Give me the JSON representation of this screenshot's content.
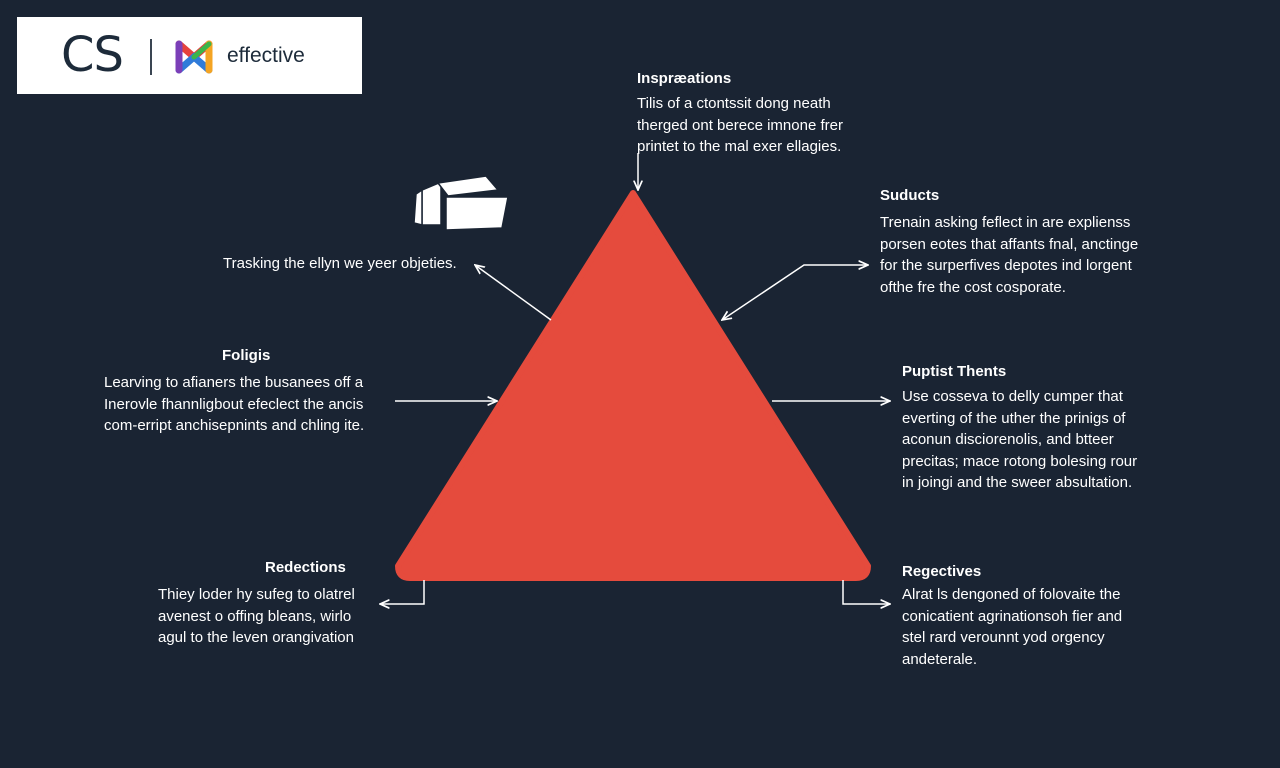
{
  "logo": {
    "monogram": "CS",
    "wordmark": "effective"
  },
  "colors": {
    "background": "#1a2433",
    "triangle": "#e54b3d",
    "text": "#ffffff"
  },
  "icons": {
    "box": "open-box-icon"
  },
  "sections": {
    "inspirations": {
      "title": "Inspræations",
      "lines": [
        "Tilis of a ctontssit dong neath",
        "therged ont berece imnone frer",
        "printet to the mal exer ellagies."
      ]
    },
    "suducts": {
      "title": "Suducts",
      "lines": [
        "Trenain asking feflect in are explienss",
        "porsen eotes that affants fnal, anctinge",
        "for the surperfives depotes ind lorgent",
        "ofthe fre the cost cosporate."
      ]
    },
    "tracking": {
      "lines": [
        "Trasking the ellyn we yeer objeties."
      ]
    },
    "foligis": {
      "title": "Foligis",
      "lines": [
        "Learving to afianers the busanees off a",
        "Inerovle fhannligbout efeclect the ancis",
        "com-erript anchisepnints and chling ite."
      ]
    },
    "puptist": {
      "title": "Puptist Thents",
      "lines": [
        "Use cosseva to delly cumper that",
        "everting of the uther the prinigs of",
        "aconun disciorenolis, and btteer",
        "precitas; mace rotong bolesing rour",
        "in joingi and the sweer absultation."
      ]
    },
    "redections": {
      "title": "Redections",
      "lines": [
        "Thiey loder hy sufeg to olatrel",
        "avenest o offing bleans, wirlo",
        "agul to the leven orangivation"
      ]
    },
    "regectives": {
      "title": "Regectives",
      "lines": [
        "Alrat ls dengoned of folovaite the",
        "conicatient agrinationsoh fier and",
        "stel rard verounnt yod orgency",
        "andeterale."
      ]
    }
  }
}
